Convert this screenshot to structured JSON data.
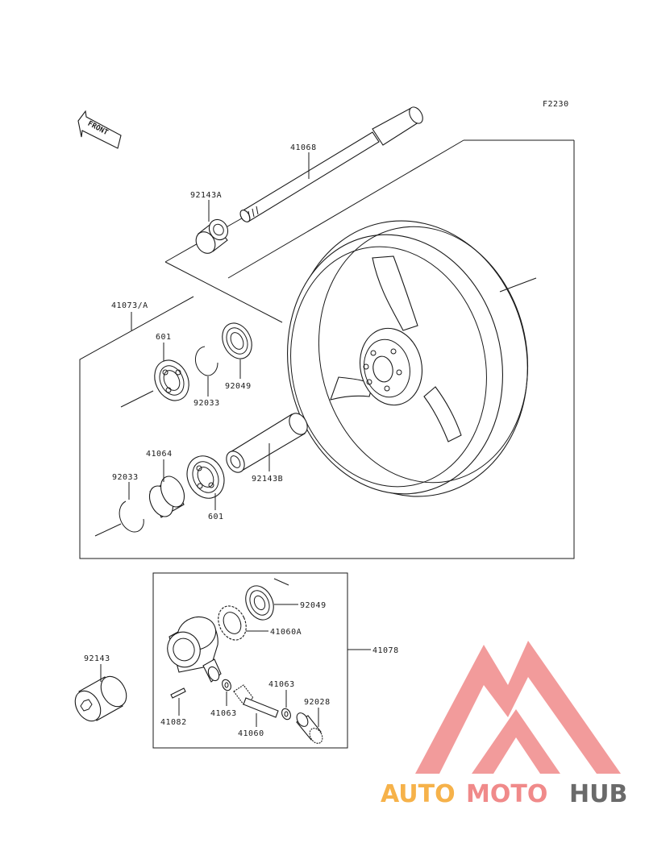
{
  "figure_code": "F2230",
  "front_label": "FRONT",
  "parts": {
    "p41068": "41068",
    "p92143A": "92143A",
    "p41073A": "41073/A",
    "p601_top": "601",
    "p92049_top": "92049",
    "p92033_top": "92033",
    "p41064": "41064",
    "p92033_bottom": "92033",
    "p92143B": "92143B",
    "p601_bottom": "601",
    "p92049_bottom": "92049",
    "p41060A": "41060A",
    "p41078": "41078",
    "p92143": "92143",
    "p41063_right": "41063",
    "p92028": "92028",
    "p41082": "41082",
    "p41063_left": "41063",
    "p41060": "41060"
  },
  "watermark": {
    "part1": "AUTO",
    "part2": "MOTO",
    "part3": "HUB",
    "colors": {
      "auto": "#f6b24a",
      "moto": "#f08a8a",
      "hub": "#6a6a6a",
      "logo": "#f08a8a"
    }
  }
}
